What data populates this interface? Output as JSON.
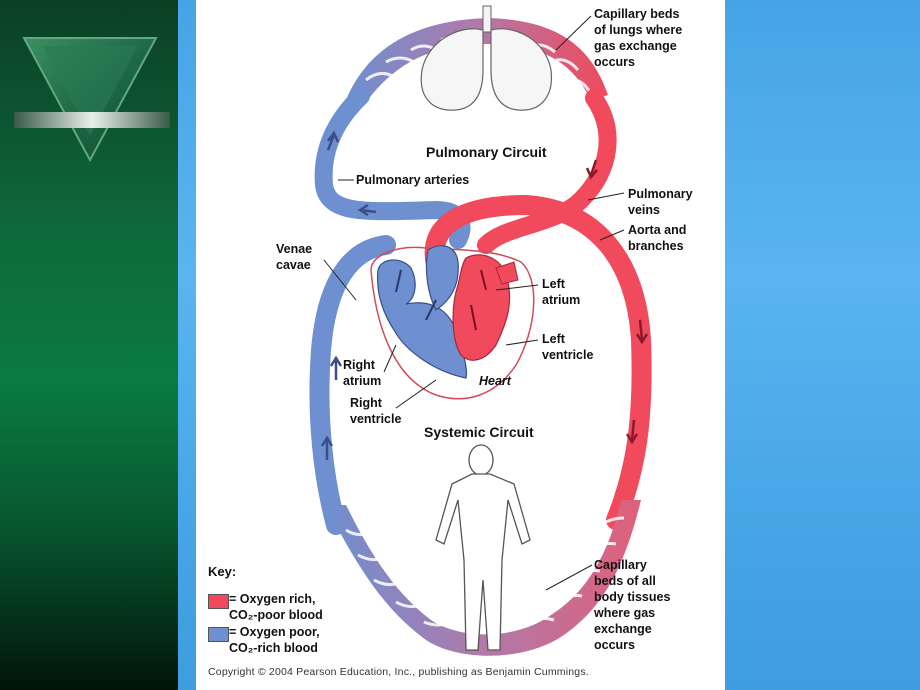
{
  "colors": {
    "oxygen_rich": "#f04a5c",
    "oxygen_poor": "#6e8fd0",
    "left_panel": "#0b7a42",
    "background_blue": "#4aa7e8"
  },
  "labels": {
    "capillary_lungs": "Capillary beds\nof lungs where\ngas exchange\noccurs",
    "pulmonary_circuit": "Pulmonary Circuit",
    "pulmonary_arteries": "Pulmonary arteries",
    "pulmonary_veins": "Pulmonary\nveins",
    "aorta": "Aorta and\nbranches",
    "venae_cavae": "Venae\ncavae",
    "left_atrium": "Left\natrium",
    "left_ventricle": "Left\nventricle",
    "right_atrium": "Right\natrium",
    "right_ventricle": "Right\nventricle",
    "heart": "Heart",
    "systemic_circuit": "Systemic Circuit",
    "capillary_body": "Capillary\nbeds of all\nbody tissues\nwhere gas\nexchange\noccurs"
  },
  "key": {
    "title": "Key:",
    "oxygen_rich": "= Oxygen rich,\n   CO₂-poor blood",
    "oxygen_poor": "= Oxygen poor,\n   CO₂-rich blood"
  },
  "copyright": "Copyright © 2004 Pearson Education, Inc., publishing as Benjamin Cummings."
}
